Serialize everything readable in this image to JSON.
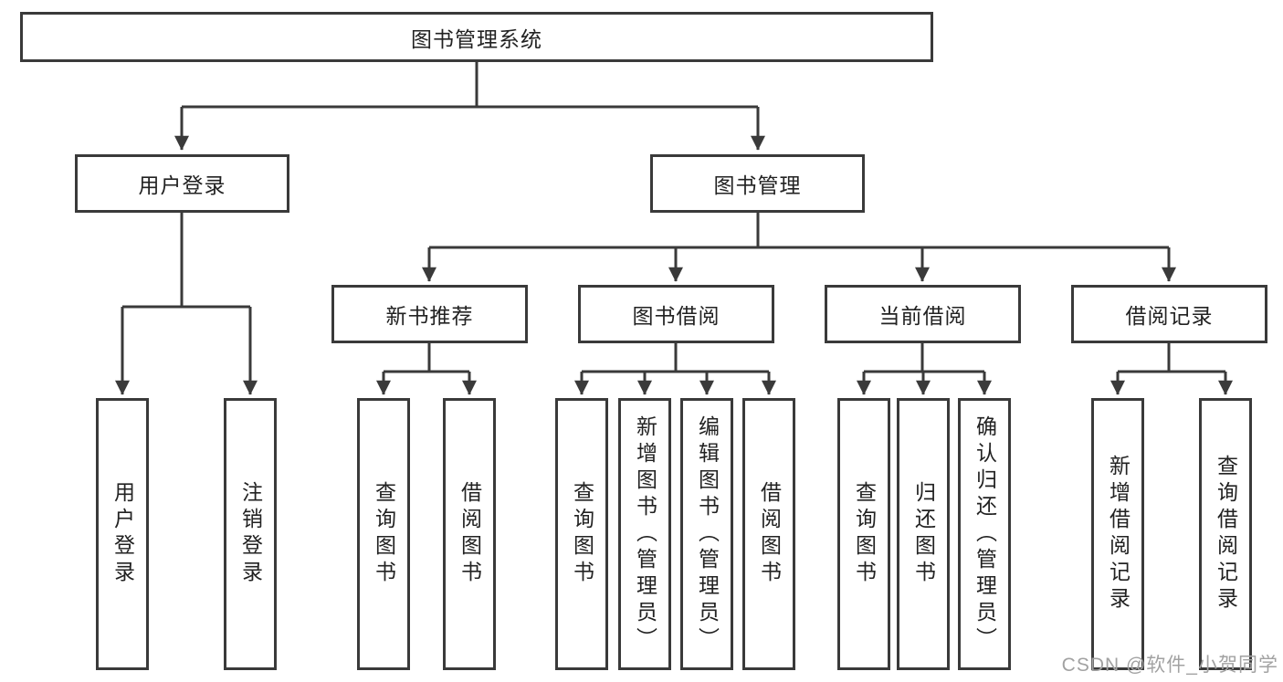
{
  "colors": {
    "line": "#3a3a3a",
    "text": "#222222",
    "background": "#ffffff",
    "watermark": "#a2a2a2"
  },
  "tree": {
    "root": {
      "label": "图书管理系统"
    },
    "branches": [
      {
        "label": "用户登录",
        "children": [
          {
            "label": "用户登录"
          },
          {
            "label": "注销登录"
          }
        ]
      },
      {
        "label": "图书管理",
        "groups": [
          {
            "label": "新书推荐",
            "children": [
              {
                "label": "查询图书"
              },
              {
                "label": "借阅图书"
              }
            ]
          },
          {
            "label": "图书借阅",
            "children": [
              {
                "label": "查询图书"
              },
              {
                "label": "新增图书（管理员）"
              },
              {
                "label": "编辑图书（管理员）"
              },
              {
                "label": "借阅图书"
              }
            ]
          },
          {
            "label": "当前借阅",
            "children": [
              {
                "label": "查询图书"
              },
              {
                "label": "归还图书"
              },
              {
                "label": "确认归还（管理员）"
              }
            ]
          },
          {
            "label": "借阅记录",
            "children": [
              {
                "label": "新增借阅记录"
              },
              {
                "label": "查询借阅记录"
              }
            ]
          }
        ]
      }
    ]
  },
  "watermark": {
    "text": "CSDN @软件_小贺同学"
  }
}
